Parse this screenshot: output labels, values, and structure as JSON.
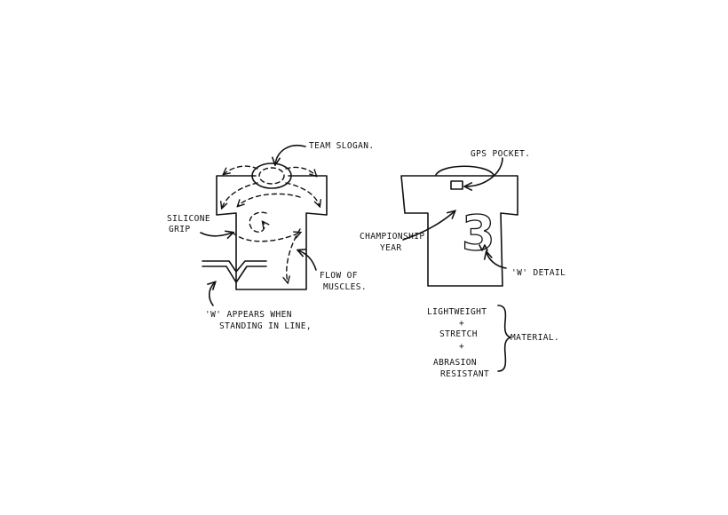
{
  "colors": {
    "ink": "#111111",
    "background": "#ffffff"
  },
  "front_shirt": {
    "labels": {
      "team_slogan": "TEAM SLOGAN.",
      "silicone_grip_1": "SILICONE",
      "silicone_grip_2": "GRIP",
      "flow_1": "FLOW OF",
      "flow_2": "MUSCLES.",
      "w_note_1": "'W' APPEARS WHEN",
      "w_note_2": "STANDING IN LINE,"
    }
  },
  "back_shirt": {
    "number": "3",
    "labels": {
      "gps_pocket": "GPS POCKET.",
      "championship_1": "CHAMPIONSHIP",
      "championship_2": "YEAR",
      "w_detail": "'W' DETAIL"
    }
  },
  "material": {
    "lines": [
      "LIGHTWEIGHT",
      "+",
      "STRETCH",
      "+",
      "ABRASION",
      "RESISTANT"
    ],
    "label": "MATERIAL."
  }
}
